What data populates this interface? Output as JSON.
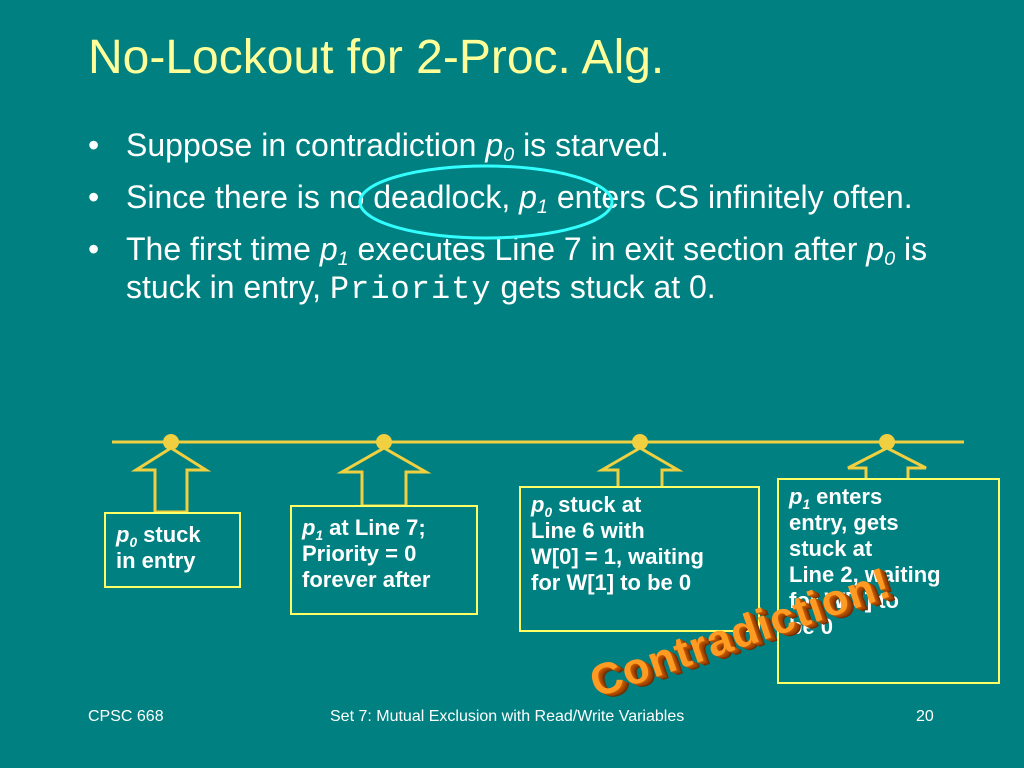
{
  "title": "No-Lockout for 2-Proc. Alg.",
  "bullets": {
    "b1": {
      "pre": "Suppose in contradiction ",
      "p": "p",
      "sub": "0",
      "post": " is starved."
    },
    "b2": {
      "pre": "Since there is no deadlock, ",
      "p": "p",
      "sub": "1",
      "post": " enters CS infinitely often."
    },
    "b3": {
      "pre": "The first time ",
      "p1": "p",
      "sub1": "1",
      "mid": " executes Line 7 in exit section after ",
      "p2": "p",
      "sub2": "0",
      "mid2": " is stuck in entry, ",
      "code": "Priority",
      "post": " gets stuck at 0."
    }
  },
  "boxes": {
    "box1": {
      "p": "p",
      "sub": "0",
      "text1": " stuck",
      "text2": "in entry"
    },
    "box2": {
      "p": "p",
      "sub": "1",
      "text1": " at Line 7;",
      "text2": "Priority = 0",
      "text3": "forever after"
    },
    "box3": {
      "p": "p",
      "sub": "0",
      "text1": " stuck at",
      "text2": "Line 6 with",
      "text3": "W[0] = 1, waiting",
      "text4": "for W[1] to be 0"
    },
    "box4": {
      "p": "p",
      "sub": "1",
      "text1": " enters",
      "text2": "entry, gets",
      "text3": "stuck at",
      "text4": "Line 2, waiting",
      "text5": "for W[0] to",
      "text6": "be 0"
    }
  },
  "stamp": "Contradiction!",
  "footer": {
    "left": "CPSC 668",
    "center": "Set 7:  Mutual Exclusion with Read/Write Variables",
    "right": "20"
  },
  "colors": {
    "background": "#008080",
    "title": "#ffff99",
    "lines": "#f0d040",
    "ellipse": "#33ffff",
    "stamp": "#ff9a22"
  }
}
